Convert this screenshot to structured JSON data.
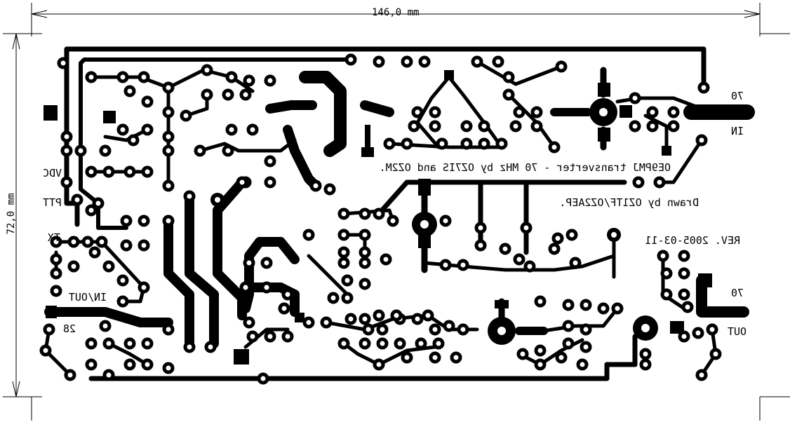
{
  "dimensions": {
    "width": "146,0 mm",
    "height": "72,0 mm"
  },
  "title_text": "OE9PMJ transverter - 70 MHz by OZ7IS and OZ2M.",
  "drawn_by": "Drawn by OZ1TF/OZ2AEP.",
  "revision": "REV. 2005-03-11",
  "labels": {
    "vdc": "VDC",
    "ptt": "PTT",
    "tx": "TX",
    "in_out": "IN/OUT",
    "mhz_28": "28",
    "in_70_num": "70",
    "in_70_label": "IN",
    "out_70_num": "70",
    "out_70_label": "OUT"
  }
}
